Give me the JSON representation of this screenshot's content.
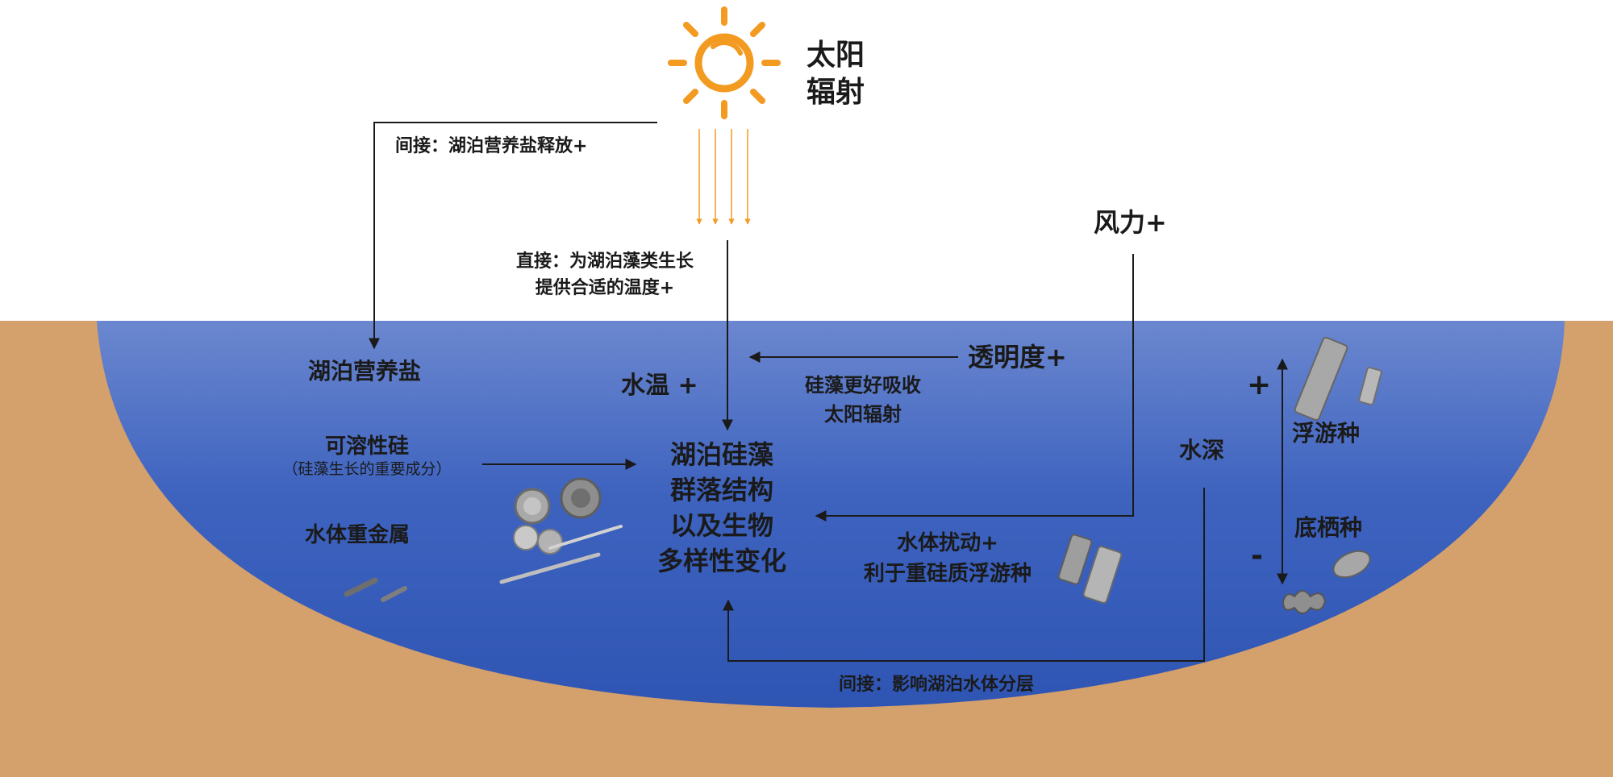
{
  "sun": {
    "label_line1": "太阳",
    "label_line2": "辐射",
    "color": "#F39A21"
  },
  "wind": {
    "label": "风力+"
  },
  "arrows": {
    "indirect_nutrient": "间接：湖泊营养盐释放+",
    "direct_line1": "直接：为湖泊藻类生长",
    "direct_line2": "提供合适的温度+",
    "transparency_line1": "硅藻更好吸收",
    "transparency_line2": "太阳辐射",
    "disturbance_line1": "水体扰动+",
    "disturbance_line2": "利于重硅质浮游种",
    "stratification": "间接：影响湖泊水体分层"
  },
  "lake": {
    "nutrients": "湖泊营养盐",
    "water_temp": "水温 +",
    "transparency": "透明度+",
    "silica": "可溶性硅",
    "silica_note": "（硅藻生长的重要成分）",
    "heavy_metals": "水体重金属",
    "depth": "水深",
    "planktonic": "浮游种",
    "benthic": "底栖种",
    "plus_sign": "+",
    "minus_sign": "-"
  },
  "center": {
    "line1": "湖泊硅藻",
    "line2": "群落结构",
    "line3": "以及生物",
    "line4": "多样性变化"
  },
  "colors": {
    "ground": "#D4A06C",
    "water_top": "#6B87CF",
    "water_bottom": "#2F55B4",
    "arrow": "#1A1A1A",
    "diatom": "#A8A8A8"
  }
}
